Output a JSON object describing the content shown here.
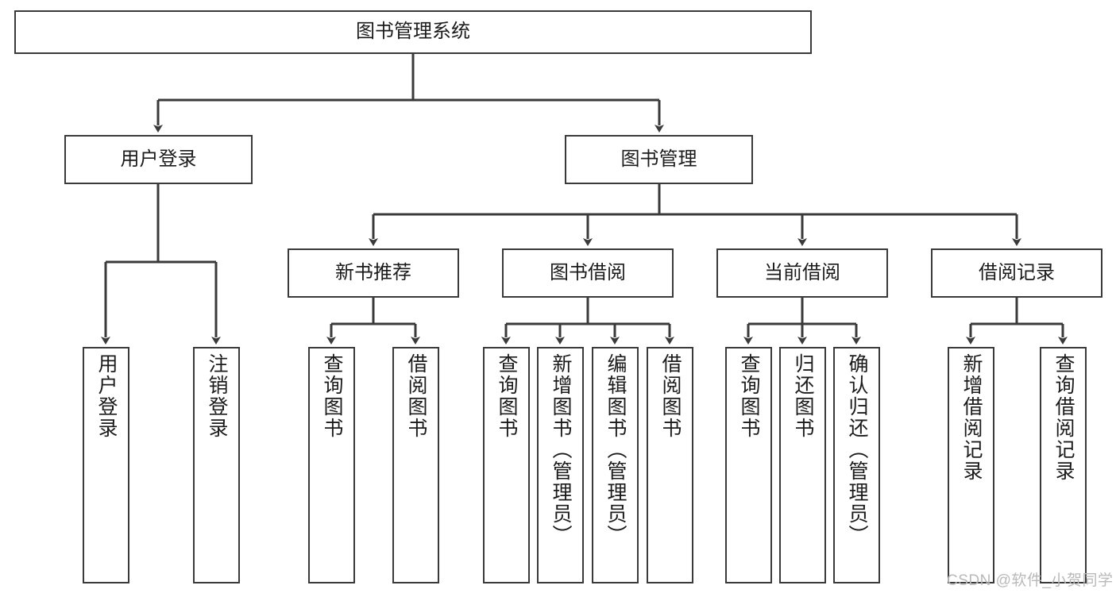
{
  "diagram": {
    "title": "图书管理系统",
    "type": "tree-hierarchy",
    "root": {
      "label": "图书管理系统"
    },
    "level2": [
      {
        "label": "用户登录"
      },
      {
        "label": "图书管理"
      }
    ],
    "level3": [
      {
        "label": "新书推荐"
      },
      {
        "label": "图书借阅"
      },
      {
        "label": "当前借阅"
      },
      {
        "label": "借阅记录"
      }
    ],
    "leaves": {
      "user_login": [
        {
          "label": "用户登录"
        },
        {
          "label": "注销登录"
        }
      ],
      "new_book_recommend": [
        {
          "label": "查询图书"
        },
        {
          "label": "借阅图书"
        }
      ],
      "book_borrow": [
        {
          "label": "查询图书"
        },
        {
          "label": "新增图书（管理员）"
        },
        {
          "label": "编辑图书（管理员）"
        },
        {
          "label": "借阅图书"
        }
      ],
      "current_borrow": [
        {
          "label": "查询图书"
        },
        {
          "label": "归还图书"
        },
        {
          "label": "确认归还（管理员）"
        }
      ],
      "borrow_record": [
        {
          "label": "新增借阅记录"
        },
        {
          "label": "查询借阅记录"
        }
      ]
    }
  },
  "watermark": {
    "text": "CSDN @软件_小贺同学"
  },
  "colors": {
    "stroke": "#3a3a3a",
    "fill": "#ffffff",
    "text": "#1b1b1b",
    "watermark": "#b9b9b9"
  }
}
